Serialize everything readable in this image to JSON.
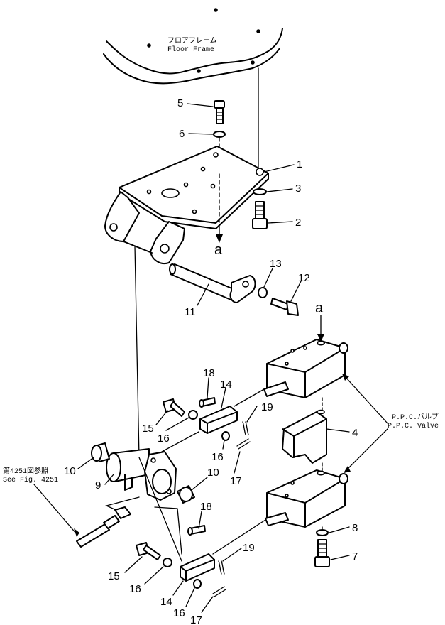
{
  "labels": {
    "floor_frame_jp": "フロアフレーム",
    "floor_frame_en": "Floor Frame",
    "ppc_valve_jp": "P.P.C.バルブ",
    "ppc_valve_en": "P.P.C. Valve",
    "see_fig_jp": "第4251図参照",
    "see_fig_en": "See Fig. 4251",
    "arrow_a_top": "a",
    "arrow_a_valve": "a"
  },
  "callouts": {
    "c1": "1",
    "c2": "2",
    "c3": "3",
    "c4": "4",
    "c5": "5",
    "c6": "6",
    "c7": "7",
    "c8": "8",
    "c9": "9",
    "c10a": "10",
    "c10b": "10",
    "c11": "11",
    "c12": "12",
    "c13": "13",
    "c14a": "14",
    "c14b": "14",
    "c15a": "15",
    "c15b": "15",
    "c16a": "16",
    "c16b": "16",
    "c16c": "16",
    "c16d": "16",
    "c17a": "17",
    "c17b": "17",
    "c18a": "18",
    "c18b": "18",
    "c19a": "19",
    "c19b": "19"
  }
}
